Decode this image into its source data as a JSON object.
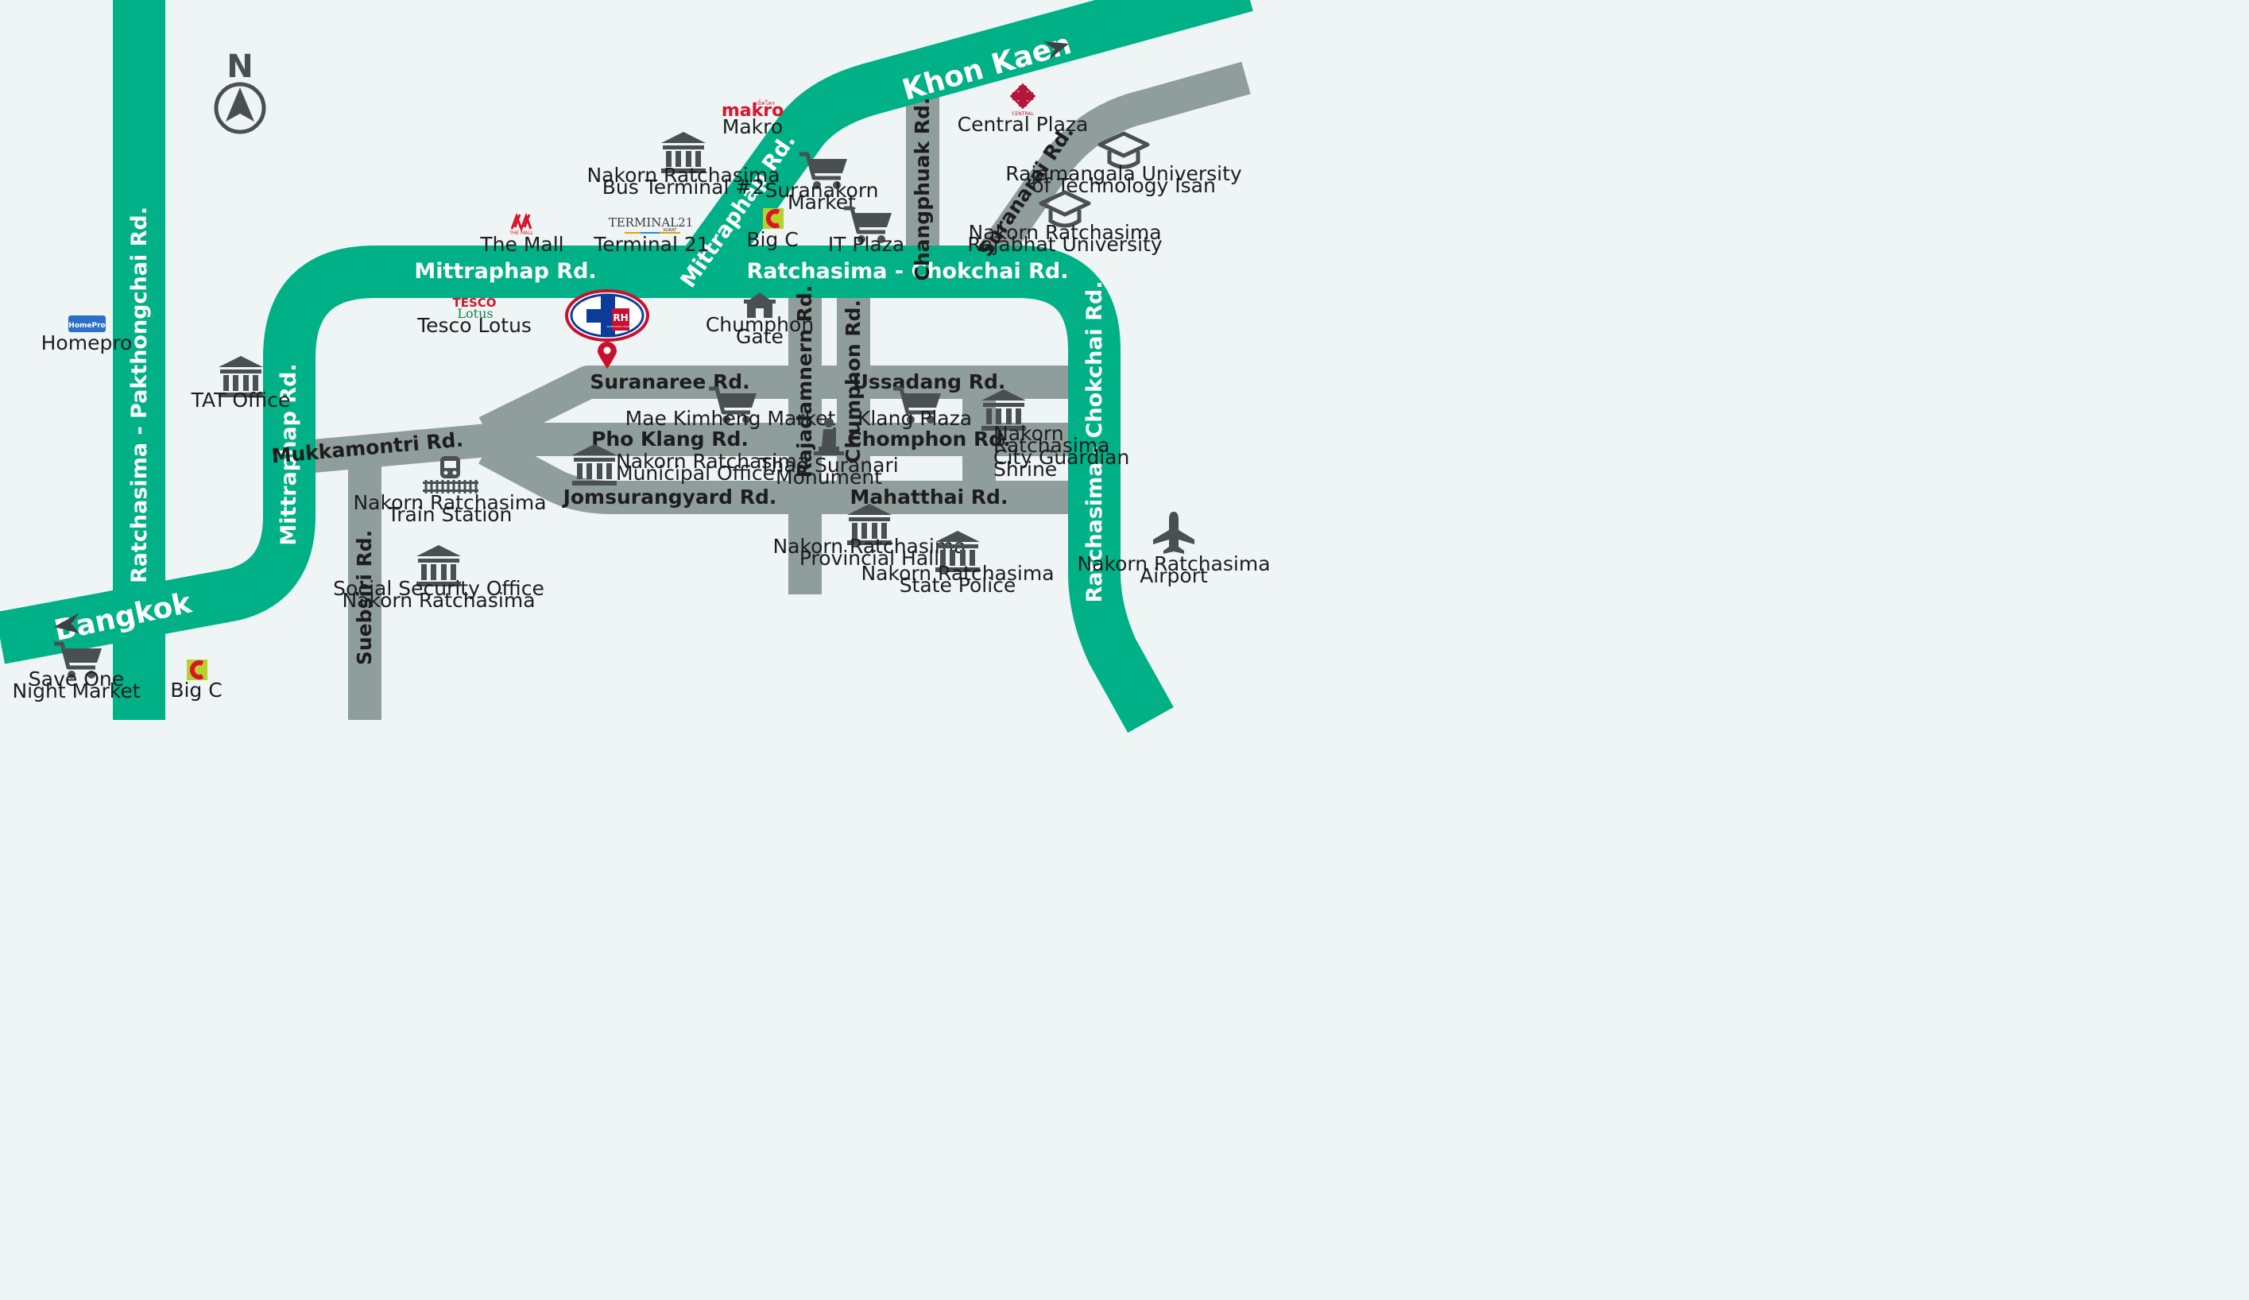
{
  "compass": {
    "label": "N"
  },
  "directions": {
    "north_east": "Khon Kaen",
    "south_west": "Bangkok"
  },
  "roads": {
    "pakthongchai": "Ratchasima - Pakthongchai Rd.",
    "mittraphap_top": "Mittraphap Rd.",
    "mittraphap_diag": "Mittraphap Rd.",
    "mittraphap_left": "Mittraphap Rd.",
    "ratchasima_chokchai_top": "Ratchasima - Chokchai Rd.",
    "ratchasima_chokchai_right": "Ratchasima - Chokchai Rd.",
    "changphuak": "Changphuak Rd.",
    "suranarai": "Suranarai Rd.",
    "suranaree": "Suranaree Rd.",
    "ussadang": "Ussadang Rd.",
    "pho_klang": "Pho Klang Rd.",
    "chomphon": "Chomphon Rd.",
    "jomsurangyard": "Jomsurangyard Rd.",
    "mahatthai": "Mahatthai Rd.",
    "mukkamontri": "Mukkamontri Rd.",
    "suebsiri": "Suebsiri Rd.",
    "rajadamnern": "Rajadamnern Rd.",
    "chumphon": "Chumphon Rd."
  },
  "logos": {
    "makro": "makro",
    "makro_small": "แม็คโคร",
    "the_mall": "THE MALL",
    "terminal21": "TERMINAL21",
    "terminal21_sub": "KORAT",
    "central": "CENTRAL",
    "tesco": "TESCO",
    "lotus": "Lotus",
    "homepro": "HomePro",
    "hospital": "RH",
    "hospital_sub": "RATCHASIMA HOSPITAL"
  },
  "pois": {
    "makro": [
      "Makro"
    ],
    "central_plaza": [
      "Central Plaza"
    ],
    "bus_terminal": [
      "Nakorn Ratchasima",
      "Bus Terminal #2"
    ],
    "suranakorn_market": [
      "Suranakorn",
      "Market"
    ],
    "rajamangala": [
      "Rajamangala University",
      "of Technology Isan"
    ],
    "rajabhat": [
      "Nakorn Ratchasima",
      "Rajabhat University"
    ],
    "the_mall": [
      "The Mall"
    ],
    "terminal21": [
      "Terminal 21"
    ],
    "big_c_top": [
      "Big C"
    ],
    "it_plaza": [
      "IT Plaza"
    ],
    "tesco_lotus": [
      "Tesco Lotus"
    ],
    "chumphon_gate": [
      "Chumphon",
      "Gate"
    ],
    "homepro": [
      "Homepro"
    ],
    "tat_office": [
      "TAT Office"
    ],
    "mae_kimheng": [
      "Mae Kimheng Market"
    ],
    "klang_plaza": [
      "Klang Plaza"
    ],
    "city_shrine": [
      "Nakorn",
      "Ratchasima",
      "City Guardian",
      "Shrine"
    ],
    "municipal_office": [
      "Nakorn Ratchasima",
      "Municipal Office"
    ],
    "thao_suranari": [
      "Thao Suranari",
      "Monument"
    ],
    "train_station": [
      "Nakorn Ratchasima",
      "Train Station"
    ],
    "provincial_hall": [
      "Nakorn Ratchasima",
      "Provincial Hall"
    ],
    "state_police": [
      "Nakorn Ratchasima",
      "State Police"
    ],
    "airport": [
      "Nakorn Ratchasima",
      "Airport"
    ],
    "social_security": [
      "Social Security Office",
      "Nakorn Ratchasima"
    ],
    "save_one": [
      "Save One",
      "Night Market"
    ],
    "big_c_bottom": [
      "Big C"
    ]
  },
  "colors": {
    "background": "#eff4f5",
    "main_road": "#00b086",
    "minor_road": "#8f9e9b",
    "pin": "#c8102e",
    "hospital_blue": "#0b3c9a"
  },
  "icons": {
    "compass": "north-arrow-icon",
    "government": "government-building-icon",
    "market": "shopping-cart-icon",
    "university": "graduation-cap-icon",
    "train": "train-icon",
    "airport": "airplane-icon",
    "gate": "gate-icon",
    "monument": "statue-icon",
    "pin": "location-pin-icon",
    "direction": "direction-arrow-icon"
  }
}
